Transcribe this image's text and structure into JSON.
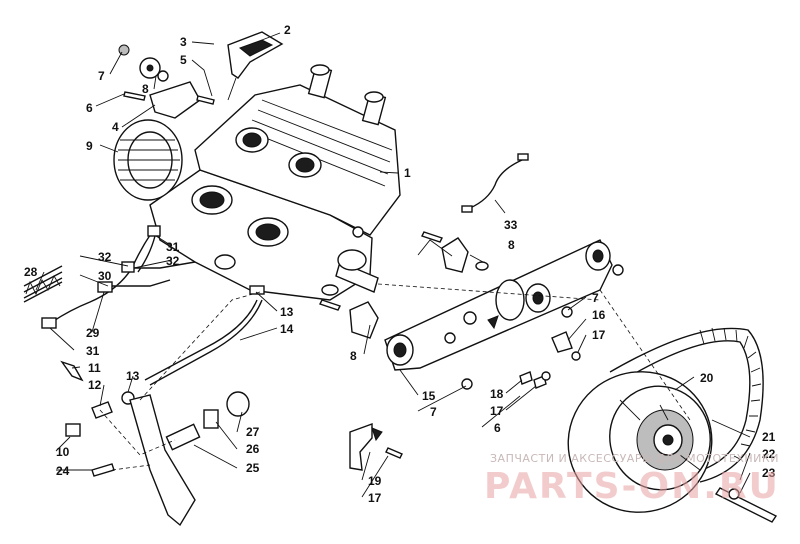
{
  "callouts": [
    {
      "key": "c1",
      "text": "1"
    },
    {
      "key": "c2",
      "text": "2"
    },
    {
      "key": "c3",
      "text": "3"
    },
    {
      "key": "c4",
      "text": "4"
    },
    {
      "key": "c5",
      "text": "5"
    },
    {
      "key": "c6a",
      "text": "6"
    },
    {
      "key": "c6b",
      "text": "6"
    },
    {
      "key": "c7a",
      "text": "7"
    },
    {
      "key": "c7b",
      "text": "7"
    },
    {
      "key": "c7c",
      "text": "7"
    },
    {
      "key": "c8a",
      "text": "8"
    },
    {
      "key": "c8b",
      "text": "8"
    },
    {
      "key": "c8c",
      "text": "8"
    },
    {
      "key": "c9",
      "text": "9"
    },
    {
      "key": "c10",
      "text": "10"
    },
    {
      "key": "c11",
      "text": "11"
    },
    {
      "key": "c12",
      "text": "12"
    },
    {
      "key": "c13a",
      "text": "13"
    },
    {
      "key": "c13b",
      "text": "13"
    },
    {
      "key": "c14",
      "text": "14"
    },
    {
      "key": "c15",
      "text": "15"
    },
    {
      "key": "c16",
      "text": "16"
    },
    {
      "key": "c17a",
      "text": "17"
    },
    {
      "key": "c17b",
      "text": "17"
    },
    {
      "key": "c17c",
      "text": "17"
    },
    {
      "key": "c18",
      "text": "18"
    },
    {
      "key": "c19",
      "text": "19"
    },
    {
      "key": "c20",
      "text": "20"
    },
    {
      "key": "c21",
      "text": "21"
    },
    {
      "key": "c22",
      "text": "22"
    },
    {
      "key": "c23",
      "text": "23"
    },
    {
      "key": "c24",
      "text": "24"
    },
    {
      "key": "c25",
      "text": "25"
    },
    {
      "key": "c26",
      "text": "26"
    },
    {
      "key": "c27",
      "text": "27"
    },
    {
      "key": "c28",
      "text": "28"
    },
    {
      "key": "c29",
      "text": "29"
    },
    {
      "key": "c30",
      "text": "30"
    },
    {
      "key": "c31a",
      "text": "31"
    },
    {
      "key": "c31b",
      "text": "31"
    },
    {
      "key": "c32a",
      "text": "32"
    },
    {
      "key": "c32b",
      "text": "32"
    },
    {
      "key": "c33",
      "text": "33"
    }
  ],
  "watermark": {
    "small": "ЗАПЧАСТИ И АКСЕССУАРЫ ДЛЯ МОТОТЕХНИКИ",
    "big": "PARTS-ON.RU"
  },
  "colors": {
    "line": "#111111",
    "watermark": "#e9a3a3"
  }
}
